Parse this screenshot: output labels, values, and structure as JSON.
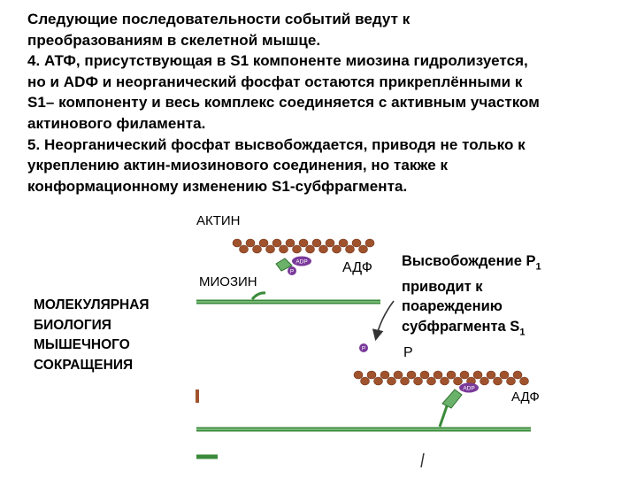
{
  "paragraph": {
    "lines": [
      "Следующие последовательности событий ведут к",
      "преобразованиям в скелетной мышце.",
      "4. АТФ, присутствующая в S1 компоненте миозина гидролизуется,",
      "но и ADФ и неорганический фосфат остаются прикреплёнными к",
      "S1– компоненту и весь комплекс соединяется с активным участком",
      "актинового филамента.",
      "5. Неорганический фосфат высвобождается, приводя не только к",
      "укреплению актин-миозинового соединения, но также к",
      "конформационному изменению S1-субфрагмента."
    ]
  },
  "figure": {
    "actin_label": "АКТИН",
    "myosin_label": "МИОЗИН",
    "adp_label_top": "АДФ",
    "adp_label_bottom": "АДФ",
    "p_label": "Р",
    "adp_badge": "ADP",
    "p_badge": "P",
    "release_caption": {
      "line1": "Высвобождение P",
      "line1_sub": "1",
      "line2": "приводит к",
      "line3": "поареждению",
      "line4": "субфрагмента S",
      "line4_sub": "1"
    },
    "colors": {
      "actin": "#a0522d",
      "myosin": "#3a8a3a",
      "head": "#6ab26a",
      "badge": "#7a3a9a"
    }
  },
  "side_caption": {
    "lines": [
      "МОЛЕКУЛЯРНАЯ",
      "БИОЛОГИЯ",
      "МЫШЕЧНОГО",
      "СОКРАЩЕНИЯ"
    ]
  }
}
